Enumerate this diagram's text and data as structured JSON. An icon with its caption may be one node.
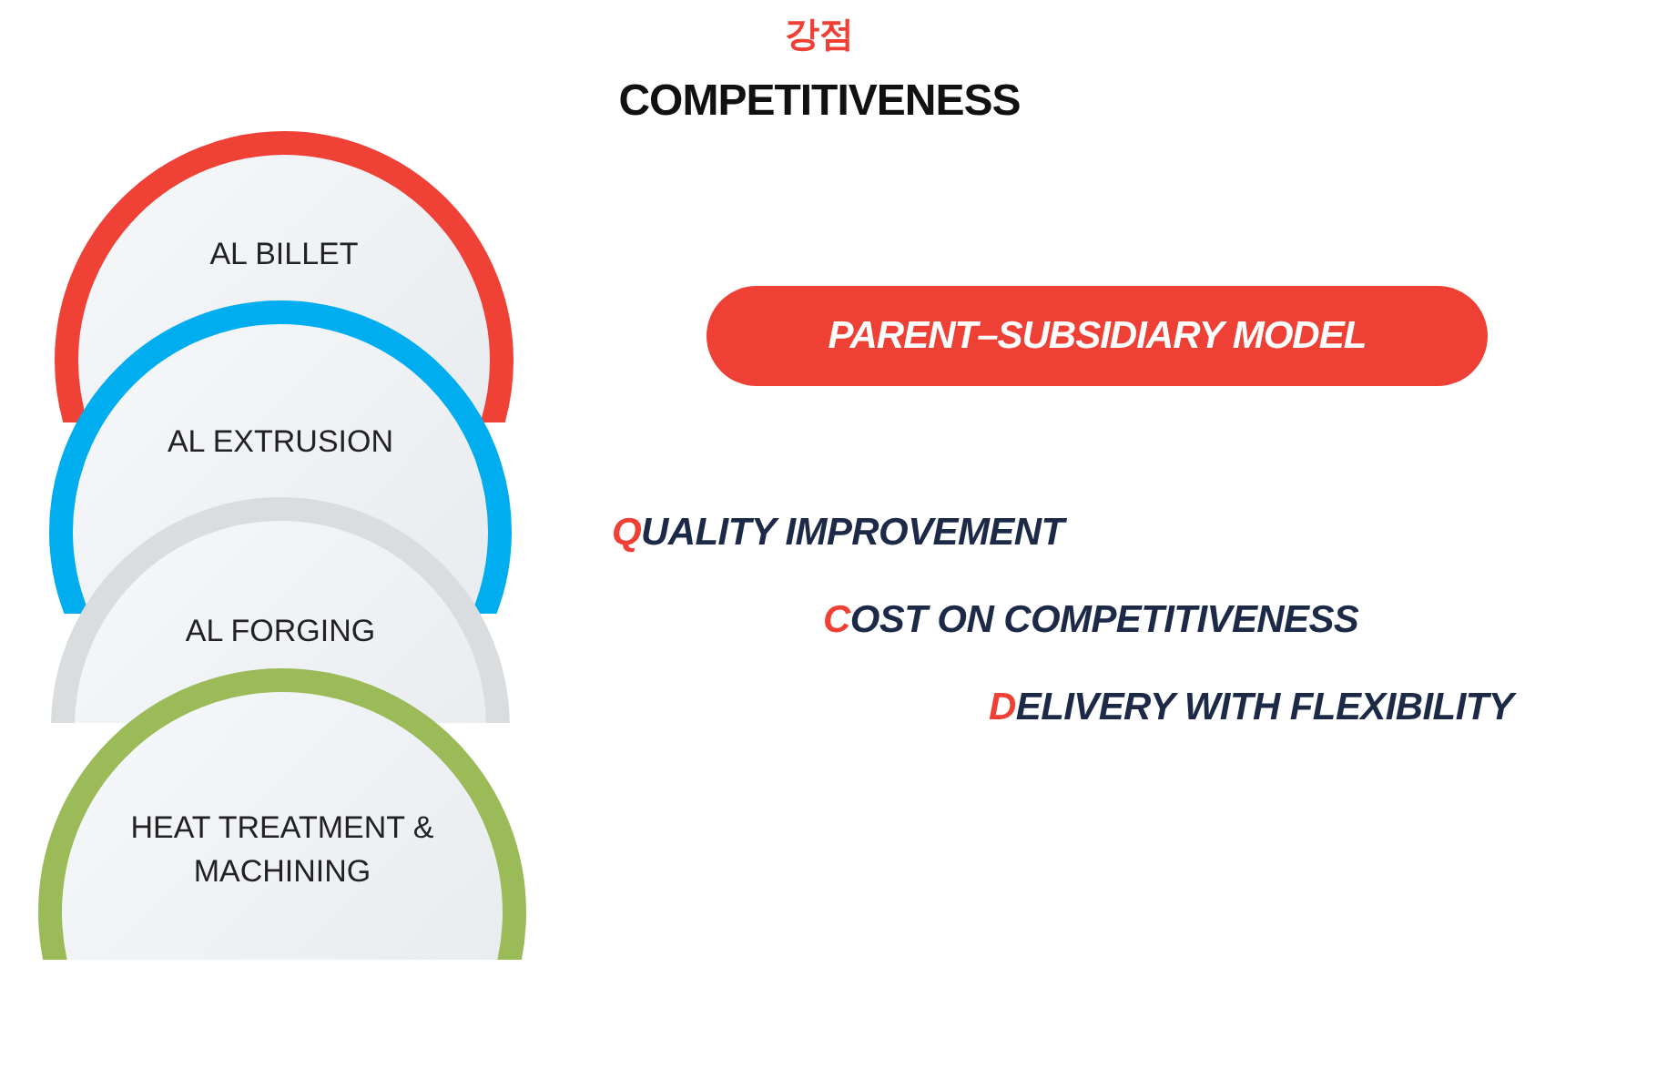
{
  "diagram": {
    "title": "COMPETITIVENESS",
    "nodes": [
      {
        "text": [
          "AL BILLET"
        ]
      },
      {
        "text": [
          "AL EXTRUSION"
        ]
      },
      {
        "text": [
          "AL FORGING"
        ]
      },
      {
        "text": [
          "HEAT TREATMENT & MACHINING"
        ]
      },
      {
        "text": [
          "PARENT–SUBSIDIARY MODEL"
        ]
      }
    ],
    "edges": [],
    "labels": [
      "강점",
      "QUALITY IMPROVEMENT",
      "COST ON COMPETITIVENESS",
      "DELIVERY WITH FLEXIBILITY"
    ]
  }
}
